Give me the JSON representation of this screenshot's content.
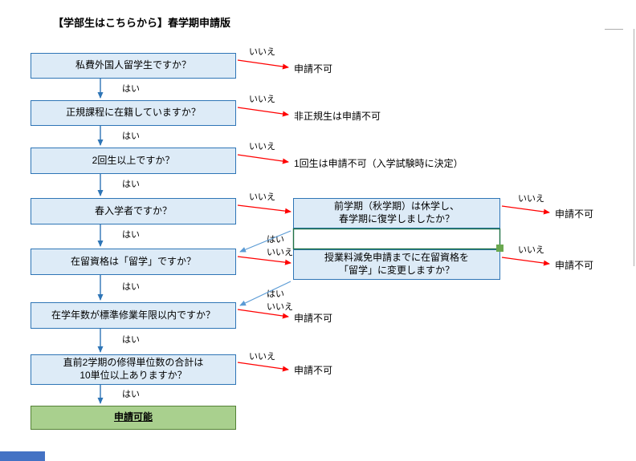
{
  "title": "【学部生はこちらから】春学期申請版",
  "labels": {
    "yes": "はい",
    "no": "いいえ"
  },
  "questions": {
    "q1": "私費外国人留学生ですか？",
    "q2": "正規課程に在籍していますか？",
    "q3": "2回生以上ですか？",
    "q4": "春入学者ですか？",
    "q5": "在留資格は「留学」ですか？",
    "q6": "在学年数が標準修業年限以内ですか？",
    "q7": "直前2学期の修得単位数の合計は\n10単位以上ありますか？",
    "qa": "前学期（秋学期）は休学し、\n春学期に復学しましたか？",
    "qb": "授業料減免申請までに在留資格を\n「留学」に変更しますか？"
  },
  "outcomes": {
    "q1_no": "申請不可",
    "q2_no": "非正規生は申請不可",
    "q3_no": "1回生は申請不可（入学試験時に決定）",
    "qa_no": "申請不可",
    "qb_no": "申請不可",
    "q6_no": "申請不可",
    "q7_no": "申請不可",
    "final": "申請可能"
  },
  "colors": {
    "box-fill": "#DDEBF7",
    "box-border": "#2E75B6",
    "result-fill": "#A9D08E",
    "result-border": "#538135",
    "arrow-red": "#FF0000",
    "arrow-blue": "#2E75B6",
    "diag-blue": "#5B9BD5",
    "gap-border": "#1E7145",
    "handle-green": "#6AA84F",
    "bar-blue": "#4472C4",
    "edge-gray": "#ADADAD"
  }
}
